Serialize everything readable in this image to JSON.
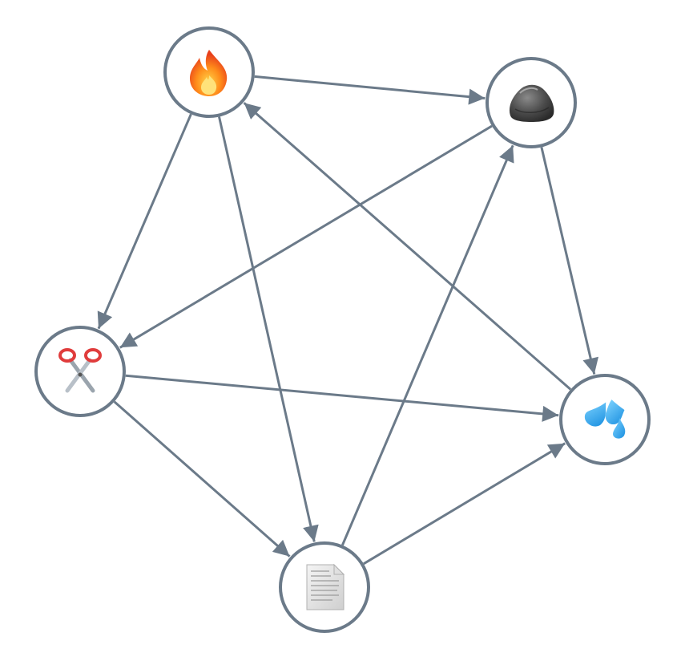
{
  "diagram": {
    "edge_color": "#6b7a89",
    "node_stroke_color": "#6b7a89",
    "node_fill_color": "#ffffff",
    "nodes": [
      {
        "id": "fire",
        "name": "fire-node",
        "icon": "fire-icon"
      },
      {
        "id": "rock",
        "name": "rock-node",
        "icon": "rock-icon"
      },
      {
        "id": "scissors",
        "name": "scissors-node",
        "icon": "scissors-icon"
      },
      {
        "id": "paper",
        "name": "paper-node",
        "icon": "paper-icon"
      },
      {
        "id": "water",
        "name": "water-node",
        "icon": "water-droplets-icon"
      }
    ],
    "edges": [
      {
        "from": "fire",
        "to": "rock"
      },
      {
        "from": "fire",
        "to": "scissors"
      },
      {
        "from": "fire",
        "to": "paper"
      },
      {
        "from": "rock",
        "to": "scissors"
      },
      {
        "from": "rock",
        "to": "water"
      },
      {
        "from": "scissors",
        "to": "water"
      },
      {
        "from": "scissors",
        "to": "paper"
      },
      {
        "from": "paper",
        "to": "rock"
      },
      {
        "from": "paper",
        "to": "water"
      },
      {
        "from": "water",
        "to": "fire"
      }
    ]
  }
}
